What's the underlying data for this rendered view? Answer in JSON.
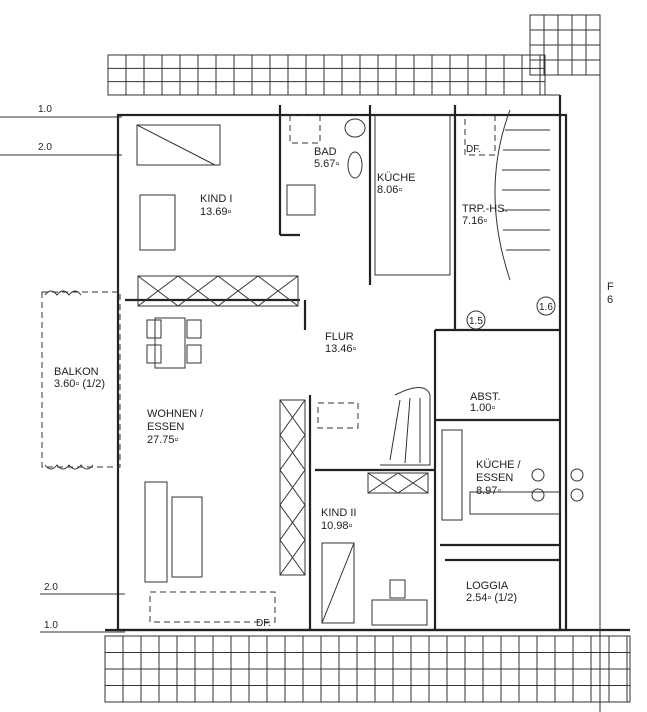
{
  "levels": {
    "upper": "1.0",
    "lower": "2.0"
  },
  "rooms": [
    {
      "name": "KIND I",
      "area": "13.69▫"
    },
    {
      "name": "BAD",
      "area": "5.67▫"
    },
    {
      "name": "KÜCHE",
      "area": "8.06▫"
    },
    {
      "name": "TRP.-HS.",
      "area": "7.16▫"
    },
    {
      "name": "FLUR",
      "area": "13.46▫"
    },
    {
      "name": "BALKON",
      "area": "3.60▫ (1/2)"
    },
    {
      "name": "WOHNEN /",
      "name2": "ESSEN",
      "area": "27.75▫"
    },
    {
      "name": "ABST.",
      "area": "1.00▫"
    },
    {
      "name": "KÜCHE /",
      "name2": "ESSEN",
      "area": "8.97▫"
    },
    {
      "name": "KIND II",
      "area": "10.98▫"
    },
    {
      "name": "LOGGIA",
      "area": "2.54▫ (1/2)"
    }
  ],
  "markers": {
    "m1": "1.5",
    "m2": "1.6",
    "df": "DF."
  },
  "edge_letters": [
    "F",
    "6"
  ]
}
